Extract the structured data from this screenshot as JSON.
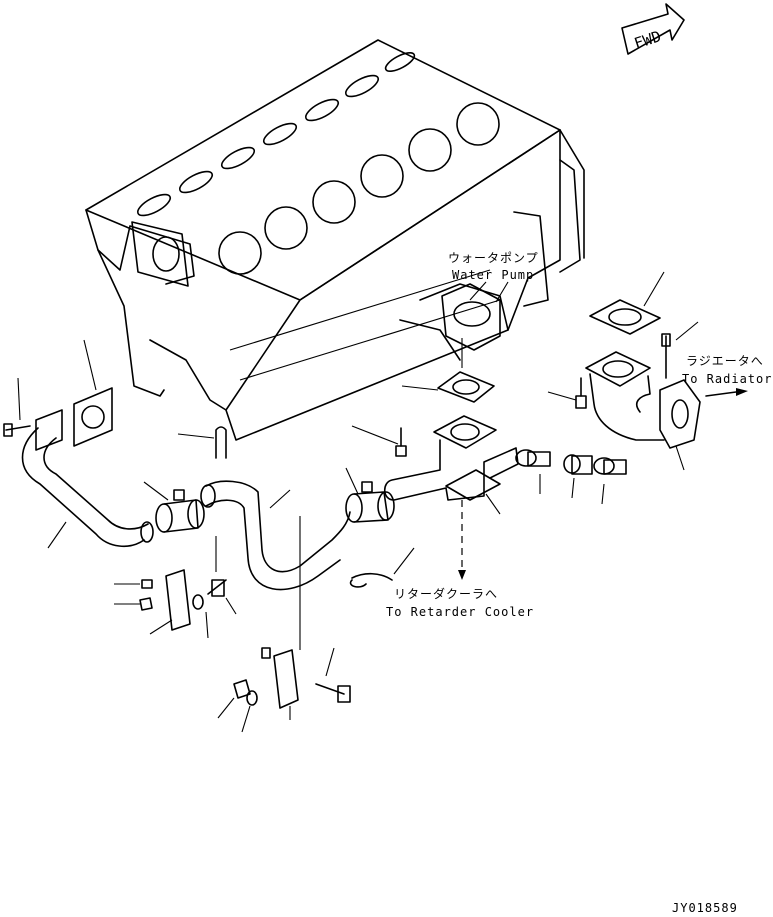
{
  "callouts": {
    "water_pump_jp": "ウォータポンプ",
    "water_pump_en": "Water Pump",
    "radiator_jp": "ラジエータへ",
    "radiator_en": "To Radiator",
    "retarder_jp": "リターダクーラへ",
    "retarder_en": "To Retarder Cooler"
  },
  "direction_marker": "FWD",
  "drawing_id": "JY018589"
}
